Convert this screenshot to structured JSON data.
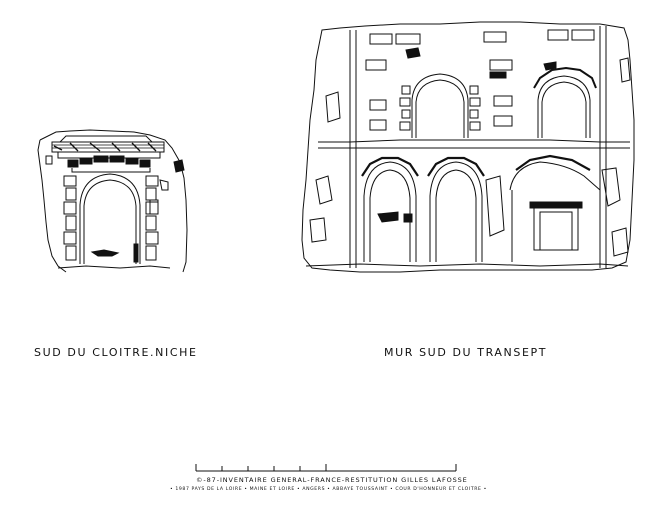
{
  "captions": {
    "left": "SUD DU CLOITRE.NICHE",
    "right": "MUR SUD DU TRANSEPT"
  },
  "credit": {
    "text": "©-87-INVENTAIRE GENERAL-FRANCE-RESTITUTION GILLES LAFOSSE"
  },
  "footer": {
    "text": "• 1987 PAYS DE LA LOIRE • MAINE ET LOIRE •  ANGERS • ABBAYE TOUSSAINT • COUR D'HONNEUR ET CLOITRE •"
  },
  "colors": {
    "ink": "#111111",
    "paper": "#ffffff"
  }
}
